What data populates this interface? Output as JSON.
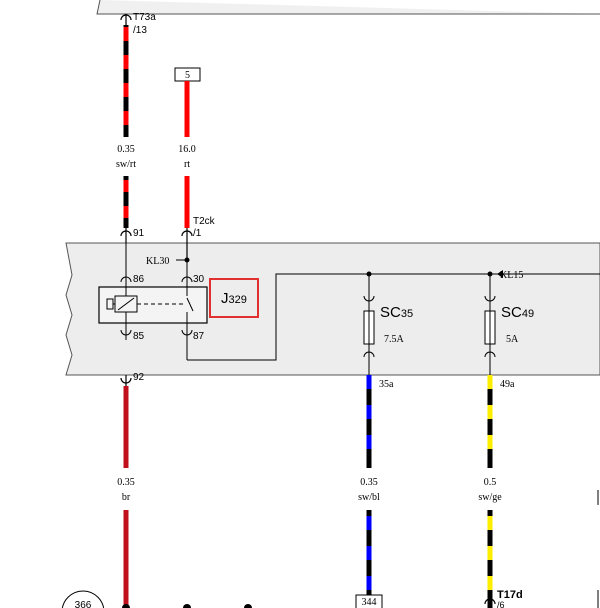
{
  "connectors": {
    "t73a": {
      "name": "T73a",
      "pin": "/13"
    },
    "t2ck": {
      "name": "T2ck",
      "pin": "/1"
    },
    "t17d": {
      "name": "T17d",
      "pin": "/6"
    },
    "fuse_holder_ref": "5"
  },
  "wires": {
    "w1": {
      "size": "0.35",
      "color": "sw/rt",
      "colors": [
        "#000000",
        "#ff0000"
      ]
    },
    "w2": {
      "size": "16.0",
      "color": "rt",
      "colors": [
        "#ff0000"
      ]
    },
    "w3": {
      "size": "0.35",
      "color": "br",
      "colors": [
        "#c0101c"
      ]
    },
    "w4": {
      "size": "0.35",
      "color": "sw/bl",
      "colors": [
        "#000000",
        "#0000ff"
      ]
    },
    "w5": {
      "size": "0.5",
      "color": "sw/ge",
      "colors": [
        "#000000",
        "#ffee00"
      ]
    }
  },
  "pins": {
    "p91": "91",
    "p1": "1",
    "p86": "86",
    "p30": "30",
    "p85": "85",
    "p87": "87",
    "p92": "92",
    "p35a": "35a",
    "p49a": "49a"
  },
  "labels": {
    "kl30": "KL30",
    "kl15": "KL15"
  },
  "relay": {
    "designation": "J",
    "number": "329",
    "highlight_color": "#e03030"
  },
  "fuses": {
    "sc35": {
      "prefix": "SC",
      "number": "35",
      "rating": "7.5A"
    },
    "sc49": {
      "prefix": "SC",
      "number": "49",
      "rating": "5A"
    }
  },
  "refs": {
    "ground": "366",
    "bottom_box": "344"
  }
}
